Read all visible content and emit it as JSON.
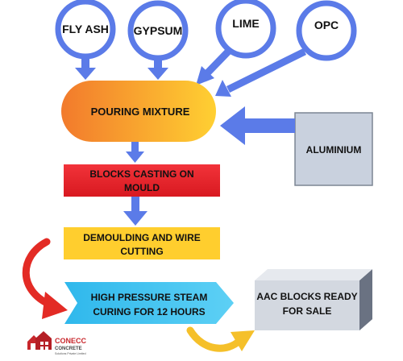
{
  "inputs": {
    "fly_ash": "FLY ASH",
    "gypsum": "GYPSUM",
    "lime": "LIME",
    "opc": "OPC"
  },
  "process": {
    "pouring_mixture": "POURING MIXTURE",
    "aluminium": "ALUMINIUM",
    "blocks_casting_line1": "BLOCKS CASTING ON",
    "blocks_casting_line2": "MOULD",
    "demoulding_line1": "DEMOULDING AND WIRE",
    "demoulding_line2": "CUTTING",
    "steam_line1": "HIGH PRESSURE STEAM",
    "steam_line2": "CURING FOR 12 HOURS",
    "ready_line1": "AAC BLOCKS READY",
    "ready_line2": "FOR SALE"
  },
  "logo": {
    "name": "CONECC",
    "sub": "CONCRETE",
    "tagline": "Solutions Private Limited"
  },
  "colors": {
    "blue": "#5B7BE8",
    "circle_border": "#5B7BE8",
    "orange": "#F47C2C",
    "yellow": "#FFCE2E",
    "red_box": "#E8242B",
    "cyan": "#3EC1EE",
    "grey_box": "#C9D1DE",
    "red_arrow": "#E32B25",
    "yellow_arrow": "#F5C02A"
  }
}
